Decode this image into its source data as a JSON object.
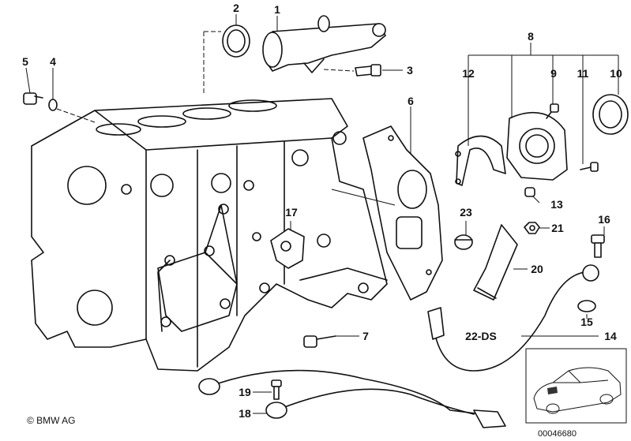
{
  "labels": {
    "p1": "1",
    "p2": "2",
    "p3": "3",
    "p4": "4",
    "p5": "5",
    "p6": "6",
    "p7": "7",
    "p8": "8",
    "p9": "9",
    "p10": "10",
    "p11": "11",
    "p12": "12",
    "p13": "13",
    "p14": "14",
    "p15": "15",
    "p16": "16",
    "p17": "17",
    "p18": "18",
    "p19": "19",
    "p20": "20",
    "p21": "21",
    "p22": "22-DS",
    "p23": "23"
  },
  "copyright": "© BMW AG",
  "reference_number": "00046680"
}
